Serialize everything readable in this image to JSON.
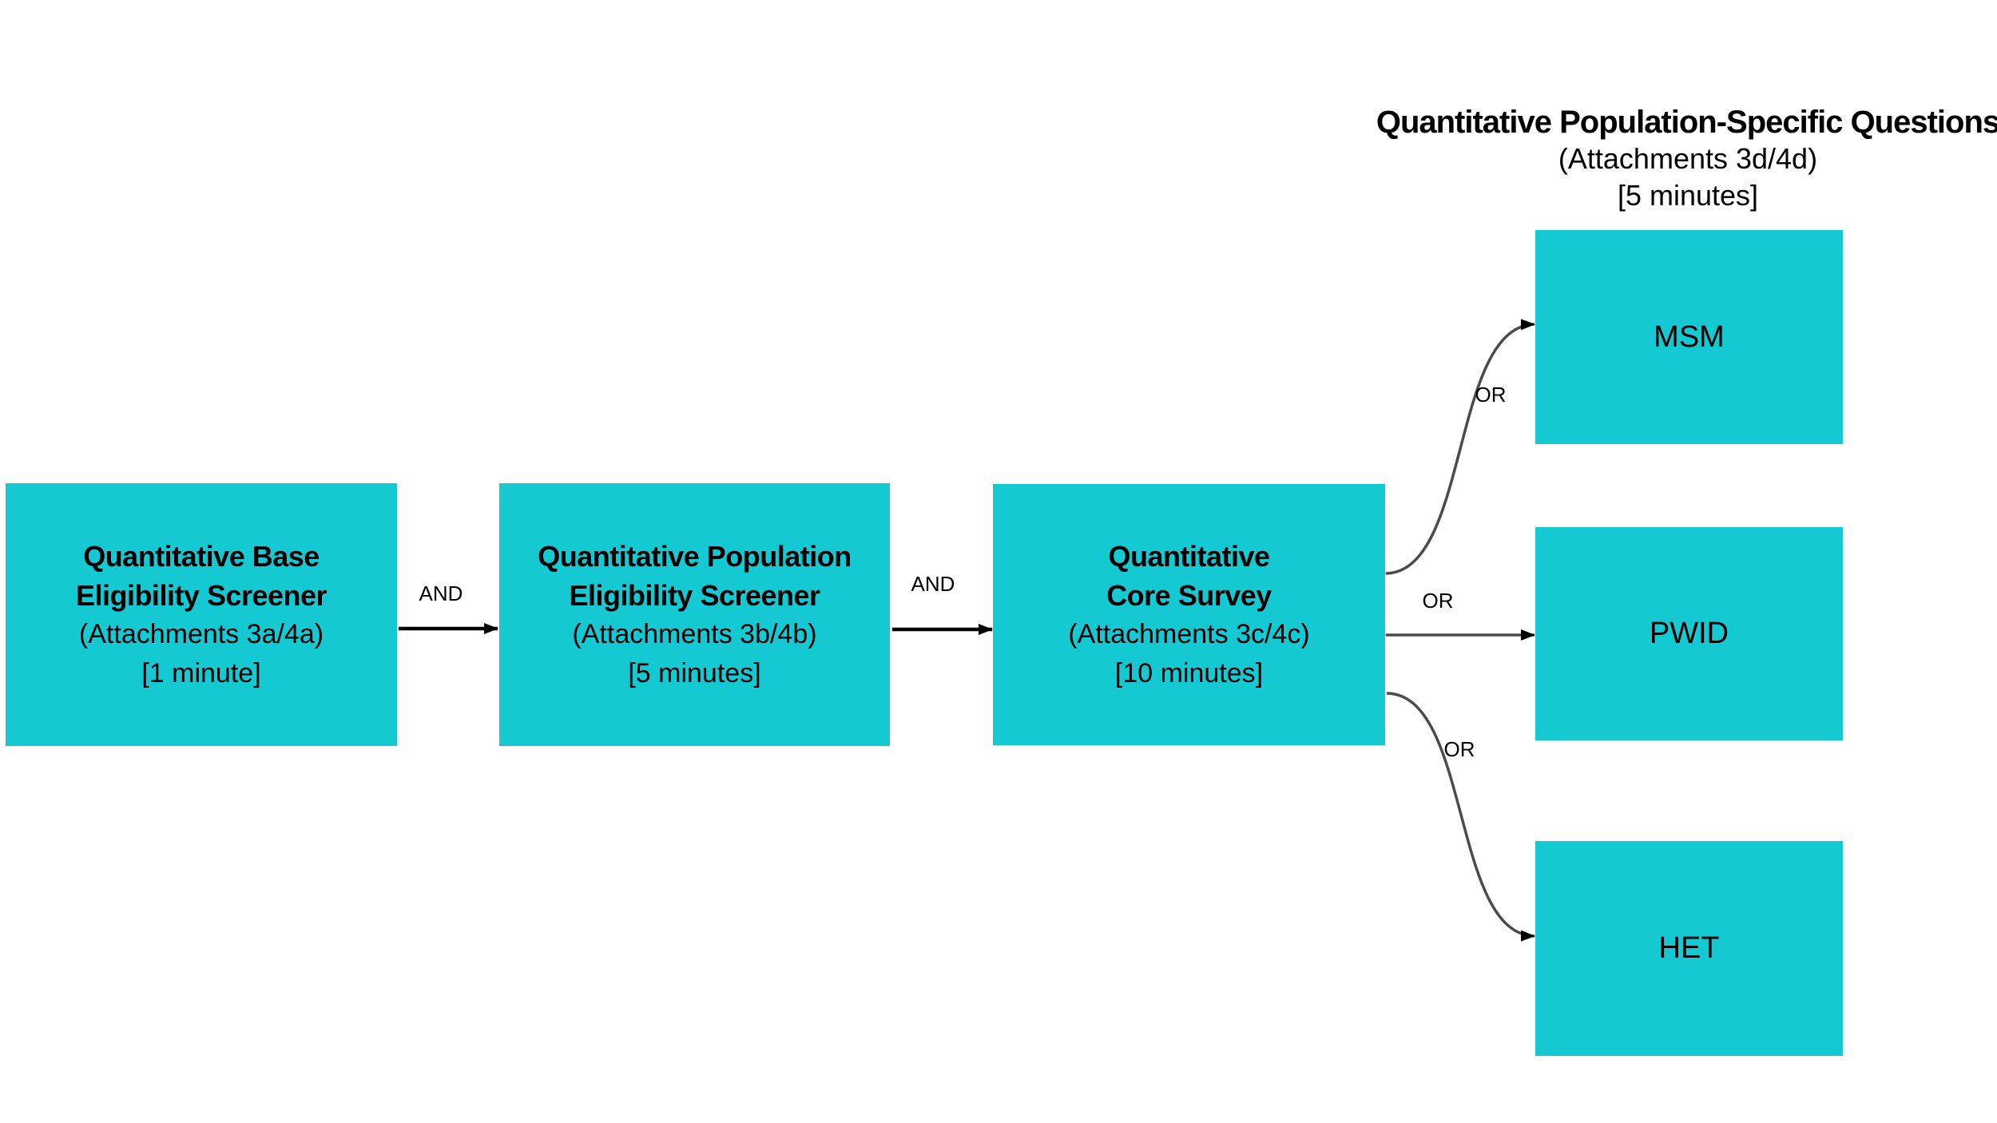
{
  "header": {
    "title": "Quantitative Population-Specific Questions",
    "attachments": "(Attachments 3d/4d)",
    "duration": "[5 minutes]"
  },
  "flow_boxes": [
    {
      "title_line1": "Quantitative Base",
      "title_line2": "Eligibility Screener",
      "attachments": "(Attachments 3a/4a)",
      "duration": "[1 minute]"
    },
    {
      "title_line1": "Quantitative Population",
      "title_line2": "Eligibility Screener",
      "attachments": "(Attachments 3b/4b)",
      "duration": "[5 minutes]"
    },
    {
      "title_line1": "Quantitative",
      "title_line2": "Core Survey",
      "attachments": "(Attachments 3c/4c)",
      "duration": "[10 minutes]"
    }
  ],
  "population_boxes": [
    {
      "label": "MSM"
    },
    {
      "label": "PWID"
    },
    {
      "label": "HET"
    }
  ],
  "connectors": {
    "and_1": "AND",
    "and_2": "AND",
    "or_top": "OR",
    "or_middle": "OR",
    "or_bottom": "OR"
  },
  "colors": {
    "box_fill": "#15C9D3",
    "text": "#000000",
    "and_arrow": "#000000",
    "or_line": "#4A4B4D",
    "background": "#FFFFFF"
  }
}
